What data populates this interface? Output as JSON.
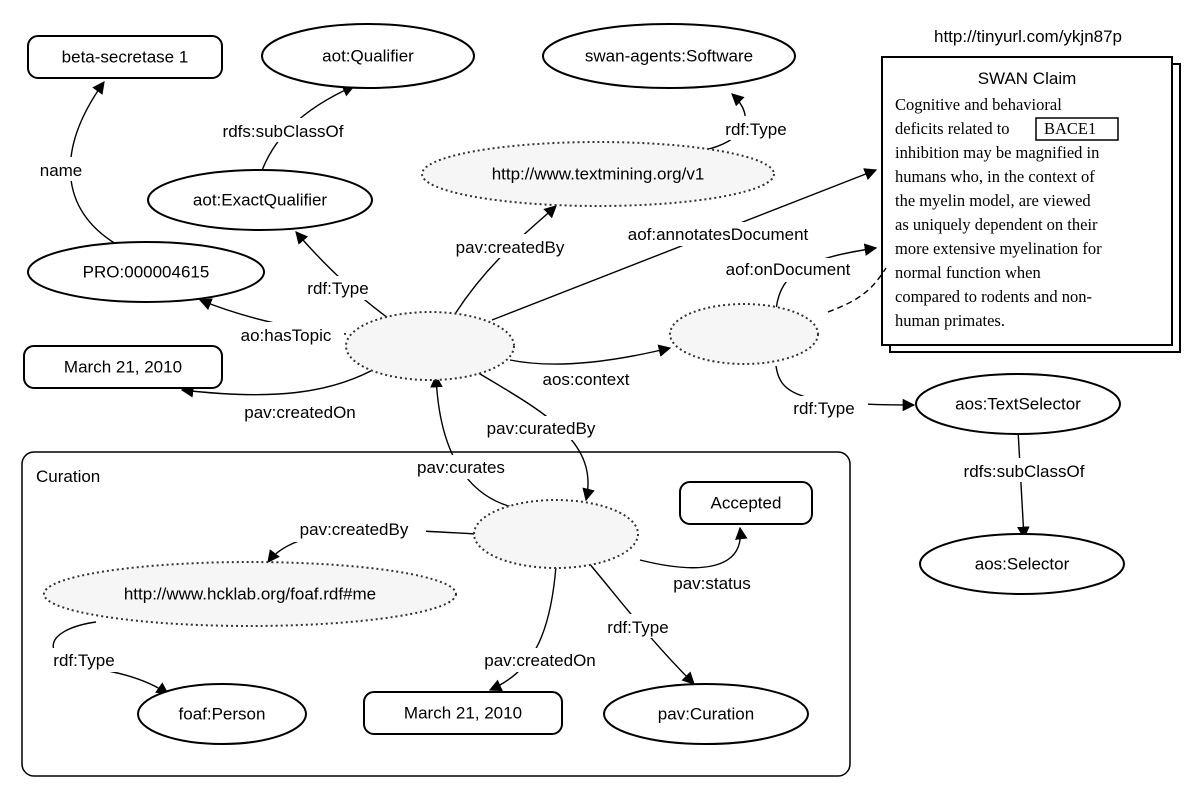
{
  "url_note": "http://tinyurl.com/ykjn87p",
  "curation_box_title": "Curation",
  "claim": {
    "title": "SWAN Claim",
    "lines": [
      "Cognitive and behavioral",
      "deficits related to",
      "BACE1",
      "inhibition may be magnified in",
      "humans who, in the context of",
      "the myelin model, are viewed",
      "as uniquely dependent on their",
      "more extensive myelination for",
      "normal function when",
      "compared to rodents and non-",
      "human primates."
    ]
  },
  "nodes": {
    "beta_secretase": "beta-secretase 1",
    "aot_qualifier": "aot:Qualifier",
    "swan_software": "swan-agents:Software",
    "aot_exact_qualifier": "aot:ExactQualifier",
    "textmining_url": "http://www.textmining.org/v1",
    "pro_id": "PRO:000004615",
    "date_top": "March 21, 2010",
    "annotation": "",
    "context_node": "",
    "text_selector": "aos:TextSelector",
    "selector": "aos:Selector",
    "curation_node": "",
    "accepted": "Accepted",
    "hcklab_url": "http://www.hcklab.org/foaf.rdf#me",
    "foaf_person": "foaf:Person",
    "date_bottom": "March 21, 2010",
    "pav_curation": "pav:Curation"
  },
  "edges": {
    "name": "name",
    "rdfs_subclassof_1": "rdfs:subClassOf",
    "rdf_type_software": "rdf:Type",
    "pav_createdby_1": "pav:createdBy",
    "aof_annotates": "aof:annotatesDocument",
    "rdf_type_1": "rdf:Type",
    "ao_hastopic": "ao:hasTopic",
    "aof_ondocument": "aof:onDocument",
    "aos_context": "aos:context",
    "pav_createdon_1": "pav:createdOn",
    "rdf_type_selector": "rdf:Type",
    "pav_curatedby": "pav:curatedBy",
    "pav_curates": "pav:curates",
    "rdfs_subclassof_2": "rdfs:subClassOf",
    "pav_createdby_2": "pav:createdBy",
    "pav_status": "pav:status",
    "rdf_type_person": "rdf:Type",
    "rdf_type_curation": "rdf:Type",
    "pav_createdon_2": "pav:createdOn"
  }
}
